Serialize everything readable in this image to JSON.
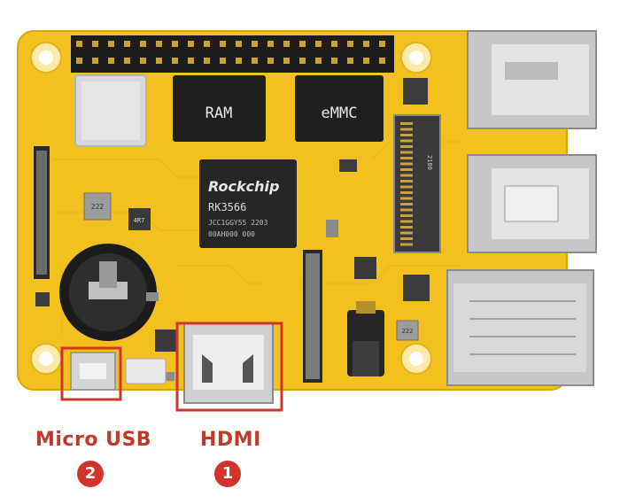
{
  "board": {
    "chips": {
      "ram": "RAM",
      "emmc": "eMMC",
      "soc_brand": "Rockchip",
      "soc_model": "RK3566",
      "soc_line2": "JCC1GGY55 2203",
      "soc_line3": "00AH000 000"
    },
    "small_marks": {
      "inductor": "222",
      "inductor2": "4R7",
      "inductor3": "222",
      "m2_slot": "2180"
    }
  },
  "labels": {
    "micro_usb": "Micro USB",
    "micro_usb_badge": "2",
    "hdmi": "HDMI",
    "hdmi_badge": "1"
  },
  "colors": {
    "pcb": "#f2c01f",
    "highlight": "#d0342c",
    "label": "#c0392b"
  }
}
